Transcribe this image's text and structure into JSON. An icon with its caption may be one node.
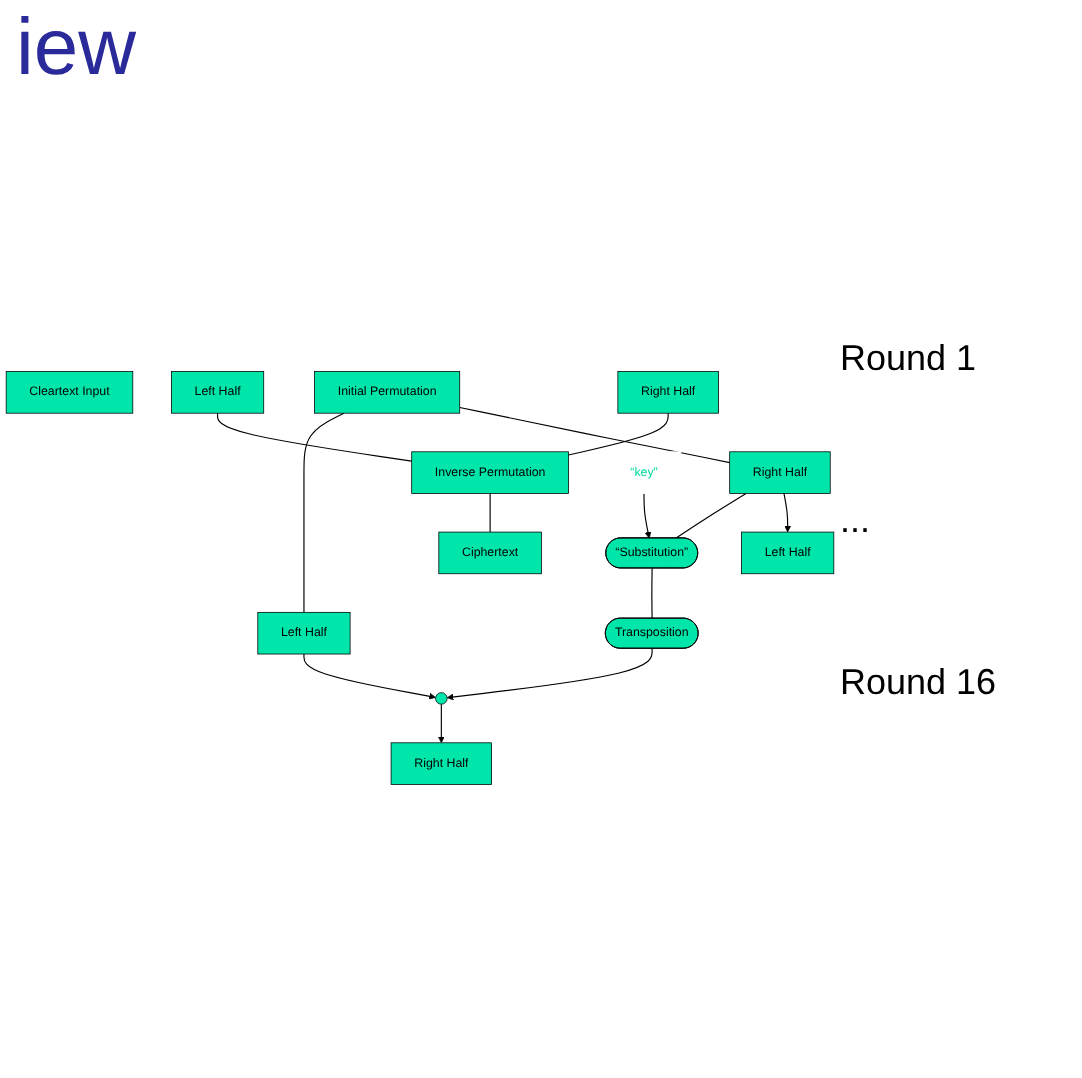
{
  "diagram": {
    "title": "iew",
    "nodes": [
      {
        "text": [
          "Cleartext Input"
        ]
      },
      {
        "text": [
          "Initial Permutation"
        ]
      },
      {
        "text": [
          "Left Half"
        ]
      },
      {
        "text": [
          "Right Half"
        ]
      },
      {
        "text": [
          "“Substitution”"
        ]
      },
      {
        "text": [
          "Transposition"
        ]
      },
      {
        "text": [],
        "shape": "circle"
      },
      {
        "text": [
          "Left Half"
        ]
      },
      {
        "text": [
          "Right Half"
        ]
      },
      {
        "text": [
          "Left Half"
        ]
      },
      {
        "text": [
          "Right Half"
        ]
      },
      {
        "text": [
          "Inverse Permutation"
        ]
      },
      {
        "text": [
          "Ciphertext"
        ]
      },
      {
        "text": [
          "“key”"
        ]
      }
    ],
    "edges": [
      {
        "from": 1,
        "to": 2,
        "arrow": "none"
      },
      {
        "from": 1,
        "to": 3,
        "arrow": "none"
      },
      {
        "from": 3,
        "to": 4,
        "arrow": "none"
      },
      {
        "from": 13,
        "to": 4,
        "arrow": "to"
      },
      {
        "from": 4,
        "to": 5,
        "arrow": "none"
      },
      {
        "from": 5,
        "to": 6,
        "arrow": "to"
      },
      {
        "from": 2,
        "to": 6,
        "arrow": "to"
      },
      {
        "from": 3,
        "to": 7,
        "arrow": "to"
      },
      {
        "from": 6,
        "to": 8,
        "arrow": "to"
      },
      {
        "from": 9,
        "to": 11,
        "arrow": "none"
      },
      {
        "from": 10,
        "to": 11,
        "arrow": "none"
      },
      {
        "from": 11,
        "to": 12,
        "arrow": "none"
      }
    ],
    "labels": [
      "Round 1",
      "...",
      "Round 16"
    ]
  }
}
